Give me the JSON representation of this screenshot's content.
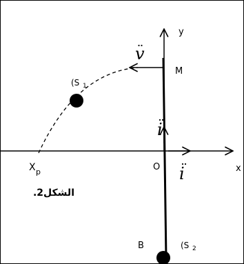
{
  "figure": {
    "label_y_axis": "y",
    "label_x_axis": "x",
    "label_origin": "O",
    "label_xp": "X",
    "label_xp_sub": "p",
    "label_M": "M",
    "label_B": "B",
    "label_S1": "(S",
    "label_S1_sub": "1",
    "label_S2": "(S",
    "label_S2_sub": "2",
    "vec_v": "v",
    "vec_i_upper": "i",
    "vec_i_lower": "i",
    "caption": "الشكل2."
  },
  "colors": {
    "ink": "#000000",
    "background": "#ffffff"
  }
}
